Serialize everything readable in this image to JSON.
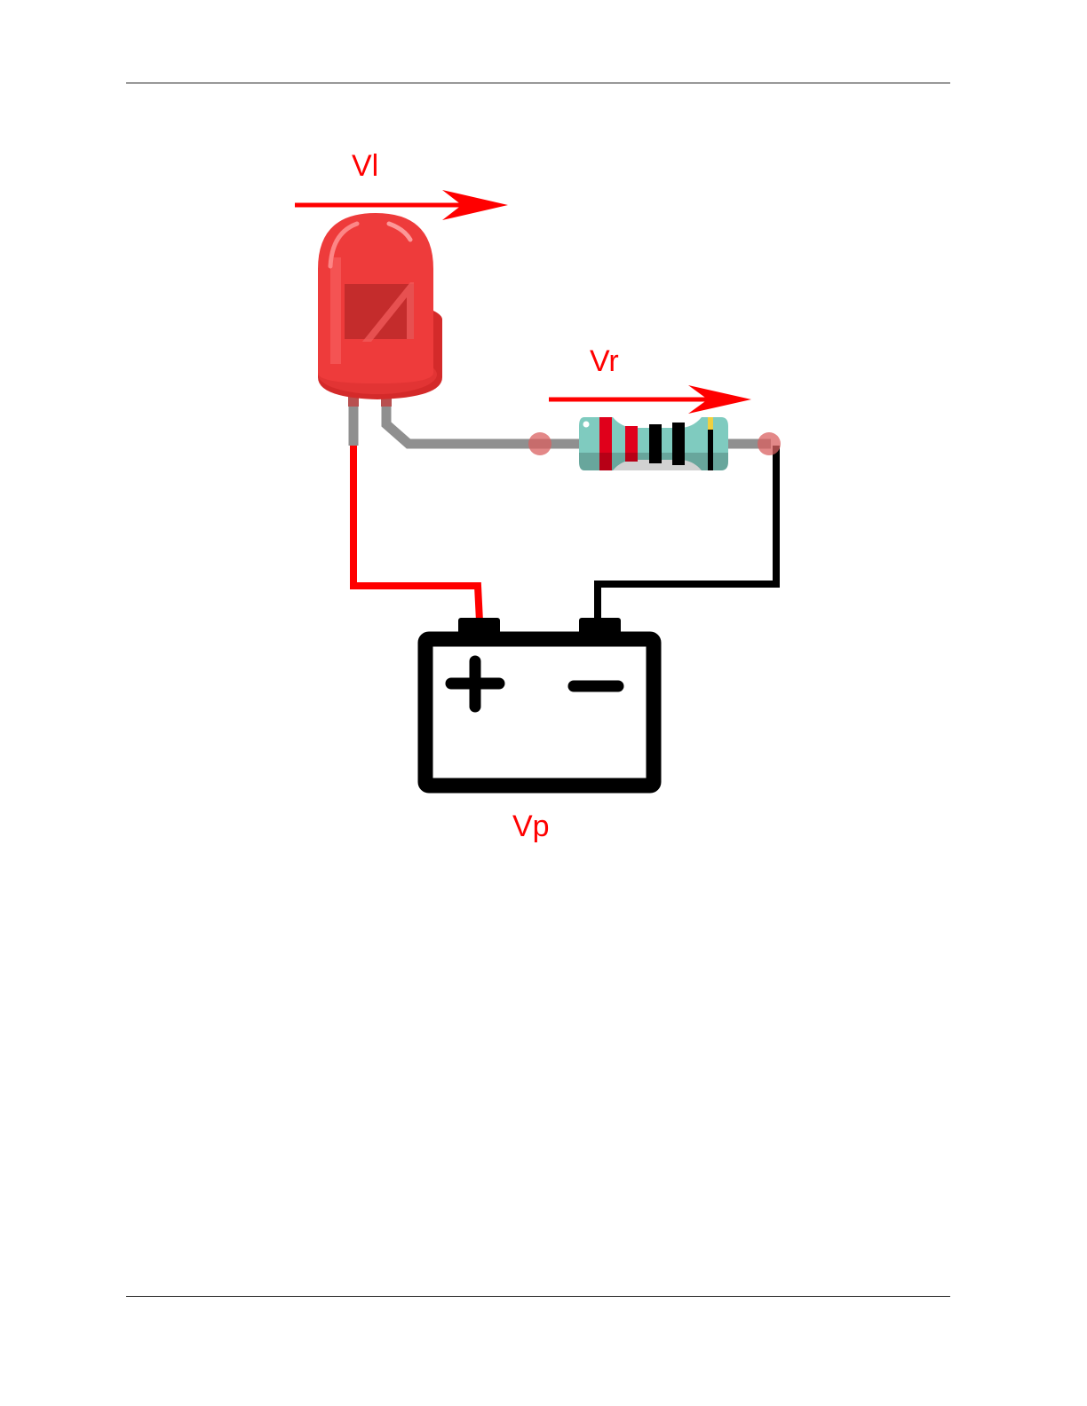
{
  "labels": {
    "led_voltage": "Vl",
    "resistor_voltage": "Vr",
    "supply_voltage": "Vp"
  },
  "battery": {
    "positive_symbol": "+",
    "negative_symbol": "−"
  },
  "icons": {
    "led": "led-icon",
    "resistor": "resistor-icon",
    "battery": "battery-icon"
  },
  "colors": {
    "accent": "#ff0000",
    "led_body": "#ee3b3b",
    "wire_positive": "#ff0000",
    "wire_negative": "#000000",
    "wire_lead": "#8f8f8f",
    "resistor_body": "#7fcbbf",
    "resistor_band_red": "#e0001b",
    "resistor_band_black": "#000000",
    "resistor_band_gold": "#f0d040"
  }
}
